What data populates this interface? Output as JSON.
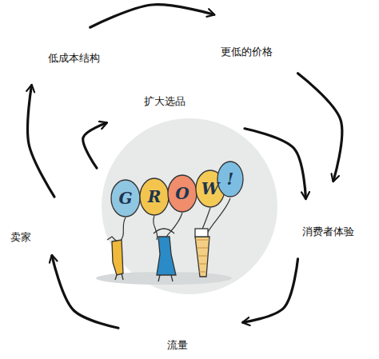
{
  "diagram": {
    "nodes": [
      {
        "text": [
          "低成本结构"
        ]
      },
      {
        "text": [
          "更低的价格"
        ]
      },
      {
        "text": [
          "消费者体验"
        ]
      },
      {
        "text": [
          "流量"
        ]
      },
      {
        "text": [
          "卖家"
        ]
      },
      {
        "text": [
          "扩大选品"
        ]
      }
    ],
    "edges": [
      {
        "from": 0,
        "to": 1,
        "arrow": "to"
      },
      {
        "from": 1,
        "to": 2,
        "arrow": "to"
      },
      {
        "from": 5,
        "to": 2,
        "arrow": "to"
      },
      {
        "from": 2,
        "to": 3,
        "arrow": "to"
      },
      {
        "from": 3,
        "to": 4,
        "arrow": "to"
      },
      {
        "from": 4,
        "to": 0,
        "arrow": "to"
      },
      {
        "from": 4,
        "to": 5,
        "arrow": "to"
      }
    ],
    "labels": [
      "G",
      "R",
      "O",
      "W",
      "!"
    ]
  }
}
